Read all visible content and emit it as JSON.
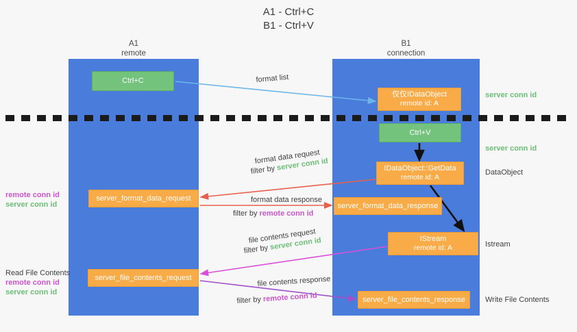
{
  "title": {
    "line1": "A1 - Ctrl+C",
    "line2": "B1 - Ctrl+V"
  },
  "lanes": [
    {
      "name": "A1",
      "subtitle": "remote",
      "color": "#4a7ddb"
    },
    {
      "name": "B1",
      "subtitle": "connection",
      "color": "#4a7ddb"
    }
  ],
  "nodes": {
    "ctrl_c": {
      "label": "Ctrl+C",
      "color": "#74c37c"
    },
    "idataobject_top": {
      "line1": "仅仅IDataObject",
      "line2": "remote id: A",
      "color": "#f9ab48"
    },
    "ctrl_v": {
      "label": "Ctrl+V",
      "color": "#74c37c"
    },
    "getdata": {
      "line1": "IDataObject::GetData",
      "line2": "remote id: A",
      "color": "#f9ab48"
    },
    "istream": {
      "line1": "IStream",
      "line2": "remote id: A",
      "color": "#f9ab48"
    },
    "format_data_request": {
      "label": "server_format_data_request",
      "color": "#f9ab48"
    },
    "format_data_response": {
      "label": "server_format_data_response",
      "color": "#f9ab48"
    },
    "file_contents_request": {
      "label": "server_file_contents_request",
      "color": "#f9ab48"
    },
    "file_contents_response": {
      "label": "server_file_contents_response",
      "color": "#f9ab48"
    }
  },
  "arrow_captions": {
    "format_list": "format list",
    "format_data_request": "format data request",
    "format_data_request_filter_prefix": "filter by ",
    "format_data_request_filter_value": "server conn id",
    "format_data_response": "format data response",
    "format_data_response_filter_prefix": "filter by ",
    "format_data_response_filter_value": "remote conn id",
    "file_contents_request": "file contents request",
    "file_contents_request_filter_prefix": "filter by ",
    "file_contents_request_filter_value": "server conn id",
    "file_contents_response": "file contents response",
    "file_contents_response_filter_prefix": "filter by ",
    "file_contents_response_filter_value": "remote conn id"
  },
  "right_tags": {
    "server_conn_id_1": "server conn id",
    "server_conn_id_2": "server conn id",
    "dataobject": "DataObject",
    "istream": "Istream",
    "write_file_contents": "Write File Contents"
  },
  "left_tags": {
    "group1_remote": "remote conn id",
    "group1_server": "server conn id",
    "read_file_contents": "Read File Contents",
    "group2_remote": "remote conn id",
    "group2_server": "server conn id"
  },
  "colors": {
    "lane": "#4a7ddb",
    "green_node": "#74c37c",
    "orange_node": "#f9ab48",
    "green_text": "#6cbf77",
    "purple_text": "#cc55cc",
    "arrow_blue": "#6bb6e8",
    "arrow_red": "#e8604c",
    "arrow_magenta": "#d94fd9",
    "arrow_purple": "#a050c8",
    "arrow_black": "#111111",
    "background": "#f7f7f7"
  }
}
